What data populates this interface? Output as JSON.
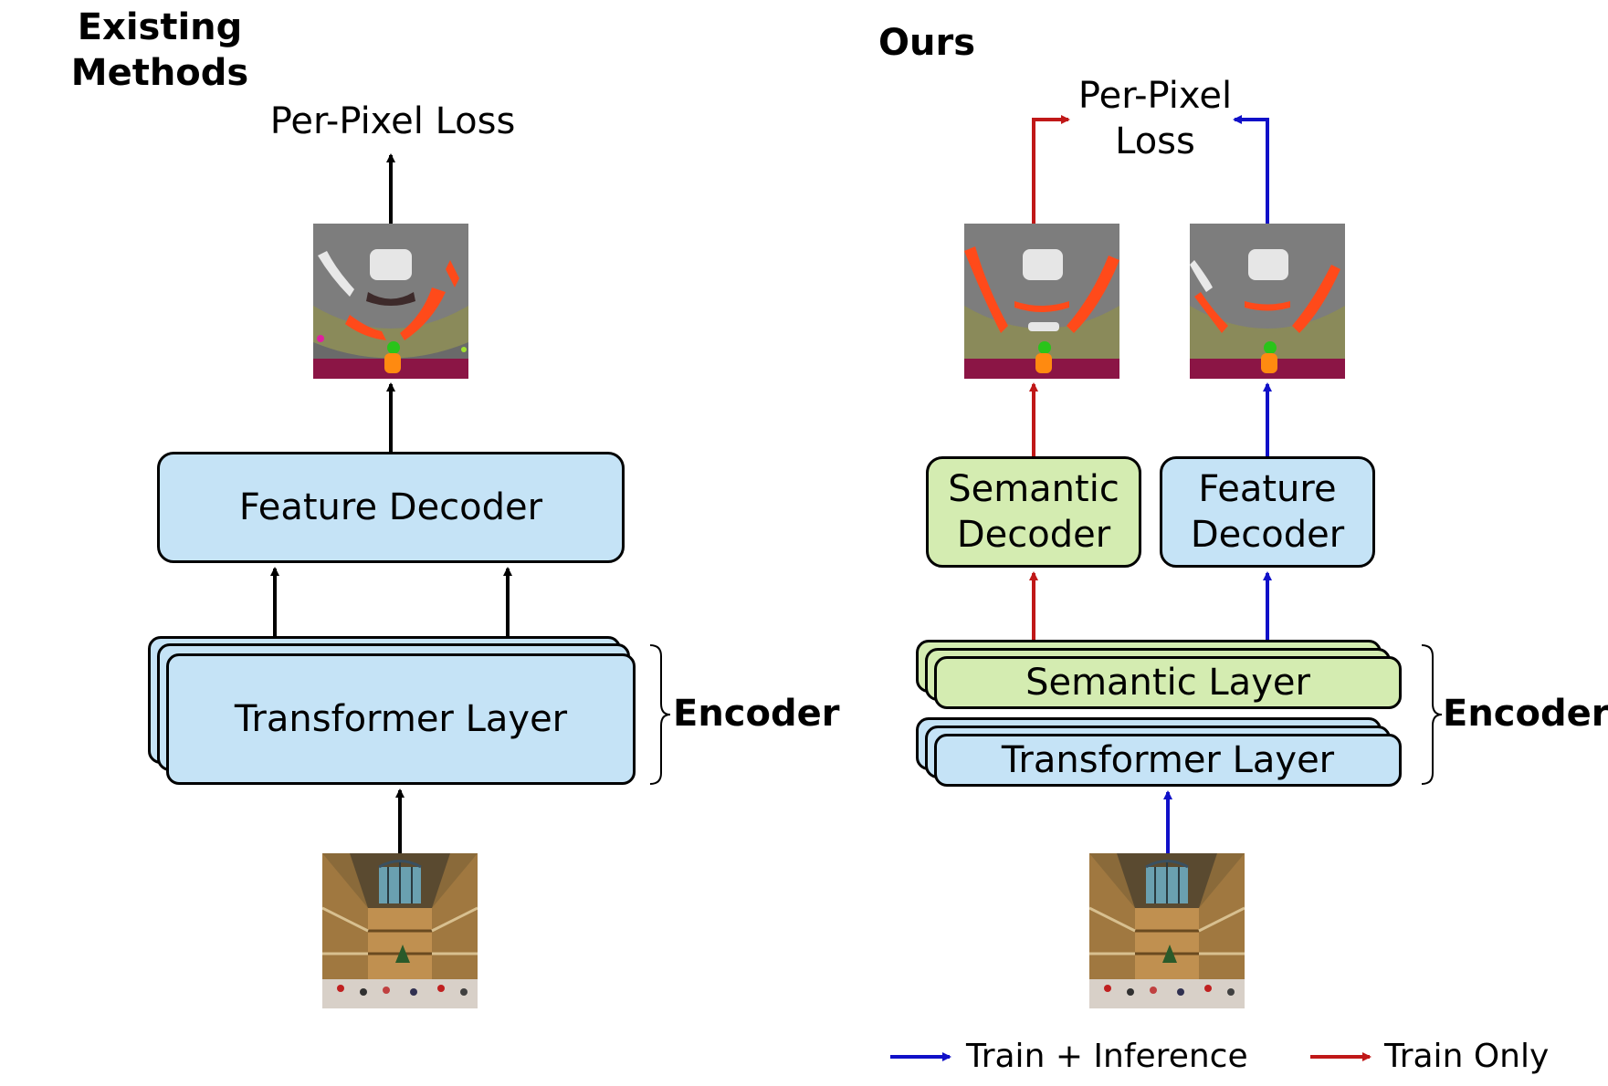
{
  "left": {
    "heading": "Existing Methods",
    "loss": "Per-Pixel Loss",
    "feature_decoder": "Feature Decoder",
    "transformer_layer": "Transformer Layer",
    "encoder": "Encoder"
  },
  "right": {
    "heading": "Ours",
    "loss_line1": "Per-Pixel",
    "loss_line2": "Loss",
    "semantic_decoder_line1": "Semantic",
    "semantic_decoder_line2": "Decoder",
    "feature_decoder_line1": "Feature",
    "feature_decoder_line2": "Decoder",
    "semantic_layer": "Semantic Layer",
    "transformer_layer": "Transformer Layer",
    "encoder": "Encoder"
  },
  "legend": {
    "train_inference": "Train + Inference",
    "train_only": "Train Only"
  },
  "colors": {
    "blue_arrow": "#1010c8",
    "red_arrow": "#c01818",
    "decoder_blue": "#c5e3f6",
    "semantic_green": "#d4ecb1"
  }
}
